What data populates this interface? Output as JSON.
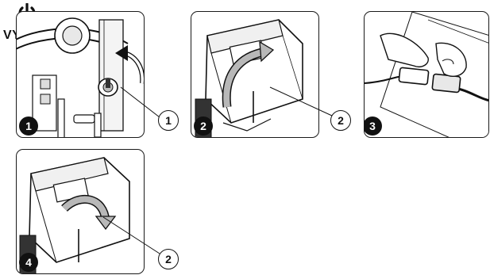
{
  "power": {
    "label": "VYP."
  },
  "steps": [
    {
      "number": "1"
    },
    {
      "number": "2"
    },
    {
      "number": "3"
    },
    {
      "number": "4"
    }
  ],
  "callouts": [
    {
      "number": "1"
    },
    {
      "number": "2"
    },
    {
      "number": "2"
    }
  ],
  "colors": {
    "line": "#111111",
    "fill": "#ffffff",
    "shade": "#cfcfcf",
    "dark": "#111111"
  },
  "icons": [
    "power-icon",
    "rotate-arrow-icon",
    "cable-connector-icon"
  ]
}
